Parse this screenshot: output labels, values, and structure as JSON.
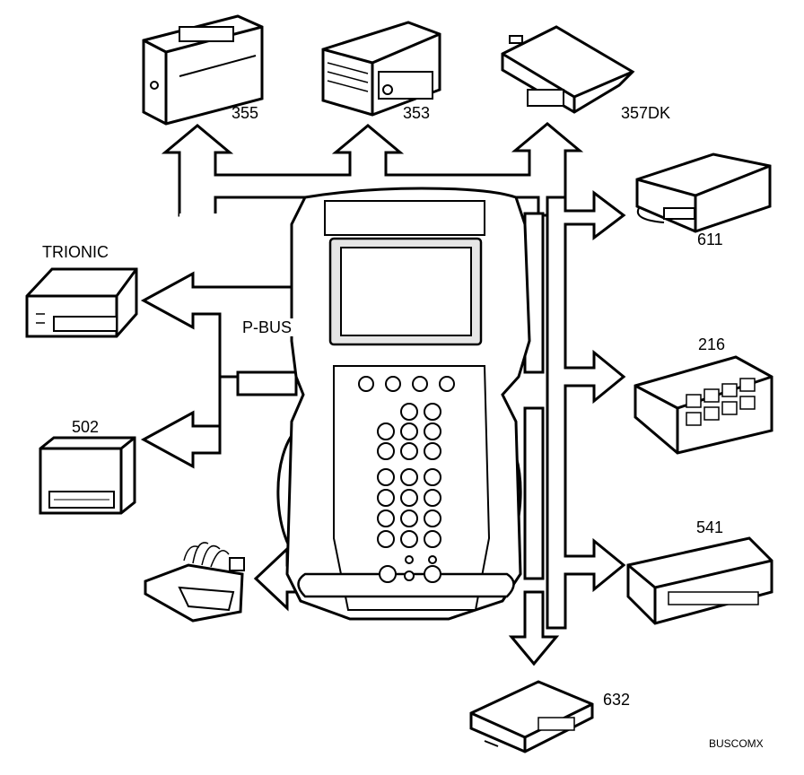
{
  "colors": {
    "line": "#000000",
    "fill": "#ffffff",
    "screen": "#e6e6e6"
  },
  "bus_label": "P-BUS",
  "figure_code": "BUSCOMX",
  "modules": [
    {
      "id": "355",
      "label": "355",
      "icon": "cassette-player-unit-icon"
    },
    {
      "id": "353",
      "label": "353",
      "icon": "radio-head-unit-icon"
    },
    {
      "id": "357DK",
      "label": "357DK",
      "icon": "control-module-connector-icon"
    },
    {
      "id": "611",
      "label": "611",
      "icon": "control-box-icon"
    },
    {
      "id": "216",
      "label": "216",
      "icon": "climate-control-panel-icon"
    },
    {
      "id": "541",
      "label": "541",
      "icon": "display-panel-icon"
    },
    {
      "id": "632",
      "label": "632",
      "icon": "control-module-icon"
    },
    {
      "id": "trionic",
      "label": "TRIONIC",
      "icon": "engine-control-unit-icon"
    },
    {
      "id": "502",
      "label": "502",
      "icon": "control-module-icon"
    },
    {
      "id": "dlc",
      "label": "",
      "icon": "diagnostic-connector-icon"
    }
  ],
  "tester": {
    "icon": "diagnostic-tester-icon"
  }
}
